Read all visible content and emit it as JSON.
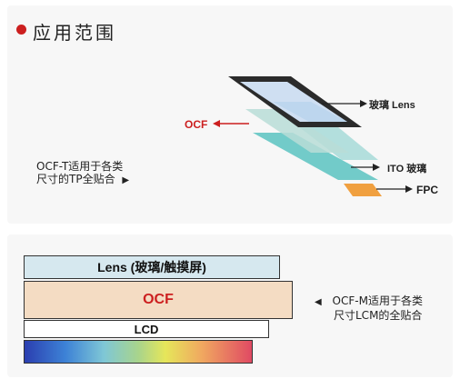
{
  "section_title": "应用范围",
  "top_diagram": {
    "labels": {
      "lens": "玻璃 Lens",
      "ocf": "OCF",
      "ito": "ITO 玻璃",
      "fpc": "FPC"
    },
    "note_line1": "OCF-T适用于各类",
    "note_line2": "尺寸的TP全贴合",
    "note_marker": "▶"
  },
  "bottom_diagram": {
    "layers": {
      "lens": "Lens (玻璃/触摸屏)",
      "ocf": "OCF",
      "lcd": "LCD"
    },
    "note_marker": "◀",
    "note_line1": "OCF-M适用于各类",
    "note_line2": "尺寸LCM的全贴合"
  },
  "colors": {
    "accent_red": "#cc1f1f",
    "lens_frame": "#2b2b2b",
    "lens_glass": "#cfdff2",
    "ocf_film": "#b9ddd7",
    "ito_glass": "#63c5c3",
    "fpc": "#f0a040"
  }
}
